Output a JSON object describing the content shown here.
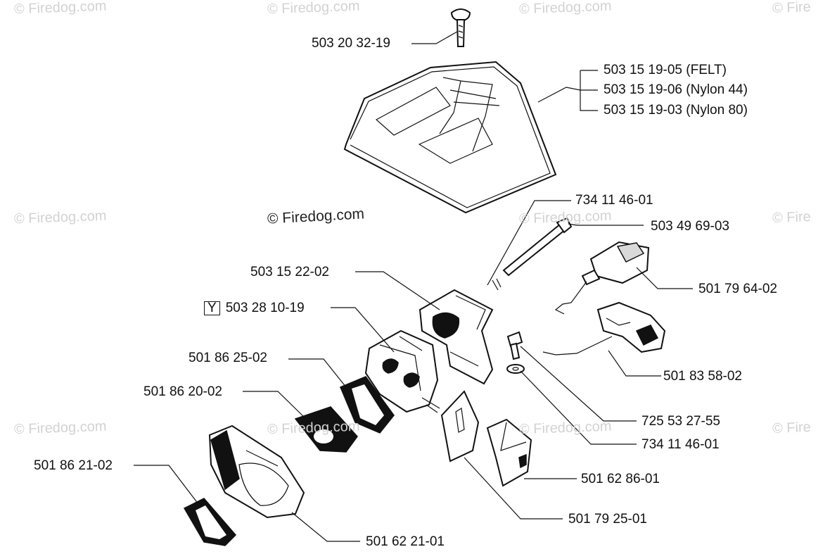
{
  "watermarks": {
    "text": "© Firedog.com",
    "partial": "© Fire"
  },
  "center_watermark": "© Firedog.com",
  "labels": {
    "screw_top": "503 20 32-19",
    "filter_felt": "503 15 19-05 (FELT)",
    "filter_nylon44": "503 15 19-06 (Nylon 44)",
    "filter_nylon80": "503 15 19-03 (Nylon 80)",
    "pin": "734 11 46-01",
    "bolt_long": "503 49 69-03",
    "switch": "501 79 64-02",
    "manifold": "503 15 22-02",
    "carburetor_flag": "Y",
    "carburetor": "503 28 10-19",
    "gasket_a": "501 86 25-02",
    "lever": "501 83 58-02",
    "spacer": "501 86 20-02",
    "screw_small": "725 53 27-55",
    "washer": "734 11 46-01",
    "gasket_b": "501 86 21-02",
    "cover_small": "501 62 86-01",
    "plate": "501 79 25-01",
    "intake_cover": "501 62 21-01"
  }
}
